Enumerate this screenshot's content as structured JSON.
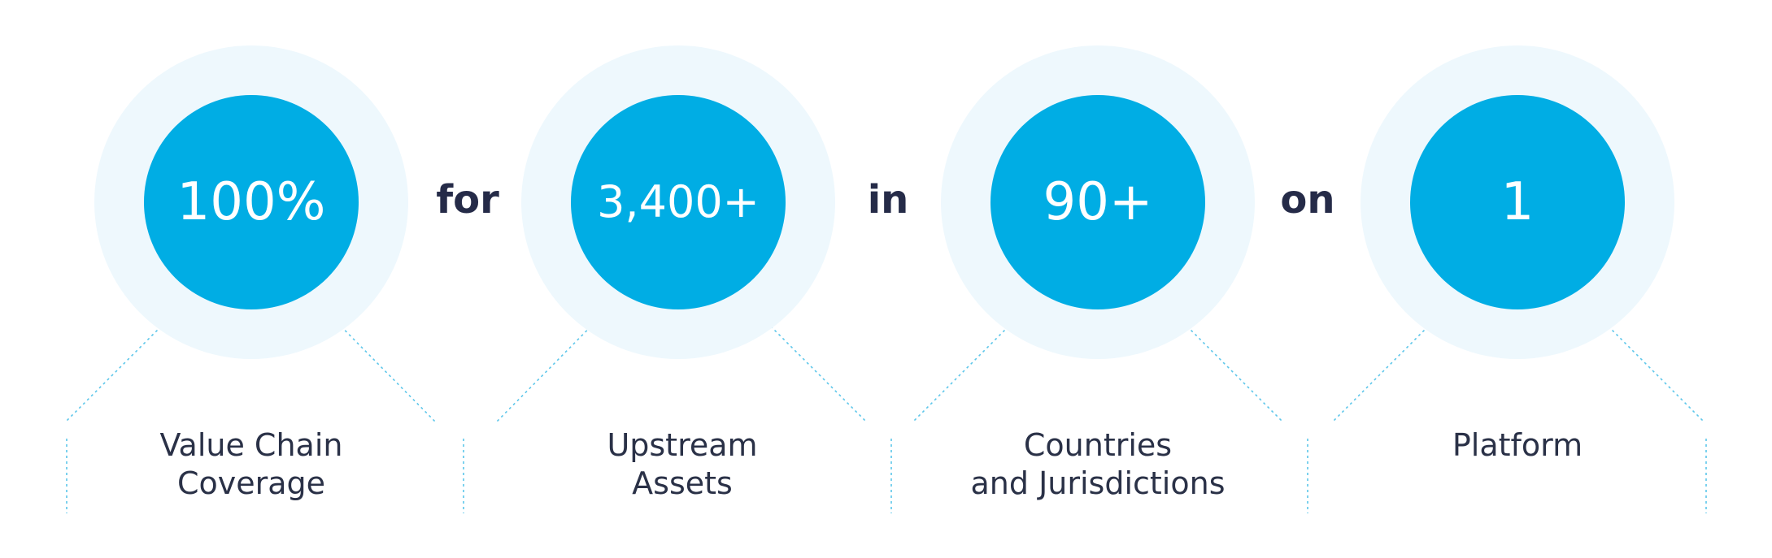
{
  "colors": {
    "circle": "#00ade4",
    "halo": "#eef8fd",
    "connector_text": "#252b48",
    "label_text": "#2a3147",
    "line": "#5cc6ea"
  },
  "stats": [
    {
      "value": "100%",
      "label_line1": "Value Chain",
      "label_line2": "Coverage"
    },
    {
      "value": "3,400+",
      "label_line1": "Upstream",
      "label_line2": "Assets"
    },
    {
      "value": "90+",
      "label_line1": "Countries",
      "label_line2": "and Jurisdictions"
    },
    {
      "value": "1",
      "label_line1": "Platform",
      "label_line2": ""
    }
  ],
  "connectors": [
    "for",
    "in",
    "on"
  ]
}
